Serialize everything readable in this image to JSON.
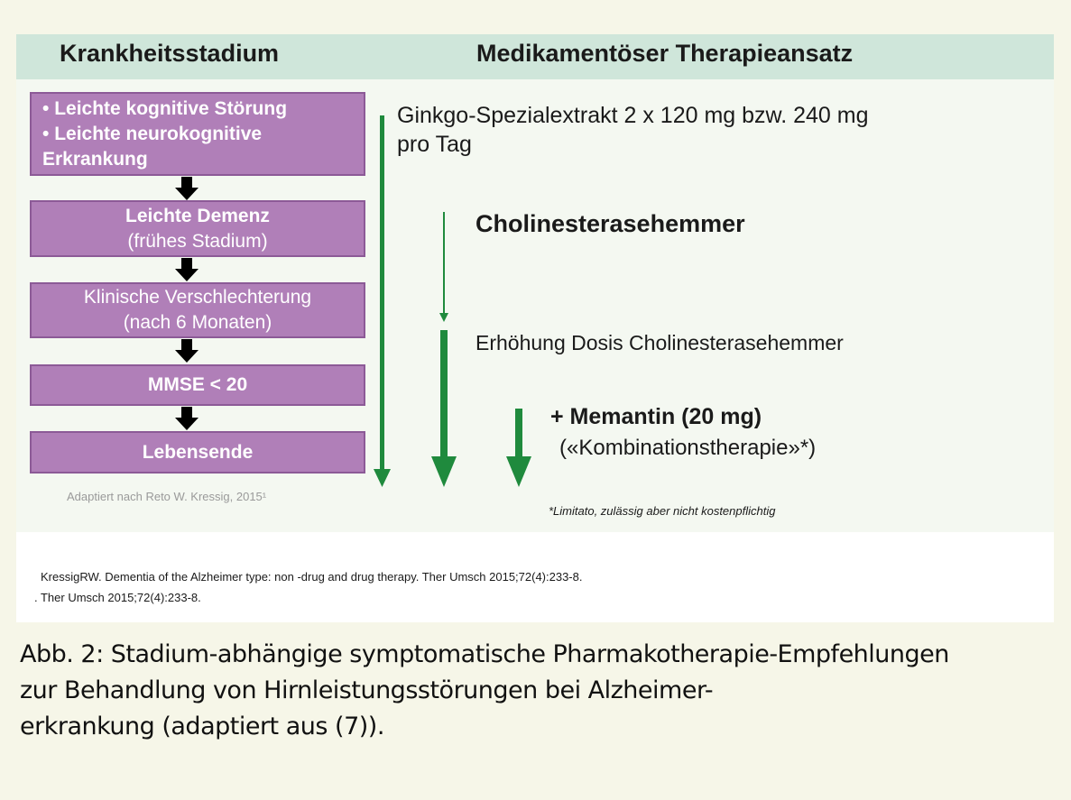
{
  "header": {
    "left": "Krankheitsstadium",
    "right": "Medikamentöser Therapieansatz"
  },
  "stages": [
    {
      "bullets": [
        "Leichte kognitive Störung",
        "Leichte neurokognitive Erkrankung"
      ]
    },
    {
      "title": "Leichte Demenz",
      "subtitle": "(frühes Stadium)"
    },
    {
      "title": "Klinische Verschlechterung",
      "subtitle": "(nach 6 Monaten)"
    },
    {
      "title": "MMSE < 20"
    },
    {
      "title": "Lebensende"
    }
  ],
  "therapy": {
    "ginkgo_1": "Ginkgo-Spezialextrakt 2 x 120 mg bzw. 240 mg",
    "ginkgo_2": "pro Tag",
    "che": "Cholinesterasehemmer",
    "dose": "Erhöhung Dosis Cholinesterasehemmer",
    "memantin": "+ Memantin (20 mg)",
    "combo": "(«Kombinationstherapie»*)",
    "footnote": "*Limitato, zulässig aber nicht kostenpflichtig"
  },
  "source": "Adaptiert nach Reto W. Kressig, 2015¹",
  "references": [
    "KressigRW. Dementia of the Alzheimer type: non -drug and drug therapy. Ther Umsch 2015;72(4):233-8.",
    ". Ther Umsch 2015;72(4):233-8."
  ],
  "caption": [
    "Abb. 2: Stadium-abhängige symptomatische Pharmakotherapie-Empfehlungen",
    "zur Behandlung von Hirnleistungsstörungen bei Alzheimer-",
    "erkrankung (adaptiert aus (7))."
  ]
}
